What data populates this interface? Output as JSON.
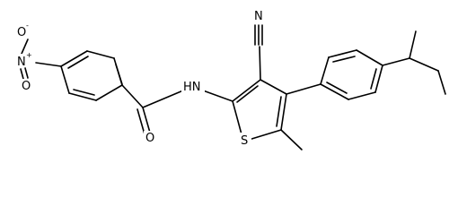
{
  "molecule": {
    "atoms": {
      "nitro_o_top": "O",
      "nitro_o_top_charge": "-",
      "nitro_n": "N",
      "nitro_n_charge": "+",
      "nitro_o_bottom": "O",
      "amide_o": "O",
      "amide_nh": "HN",
      "nitrile_n": "N",
      "thiophene_s": "S"
    }
  }
}
